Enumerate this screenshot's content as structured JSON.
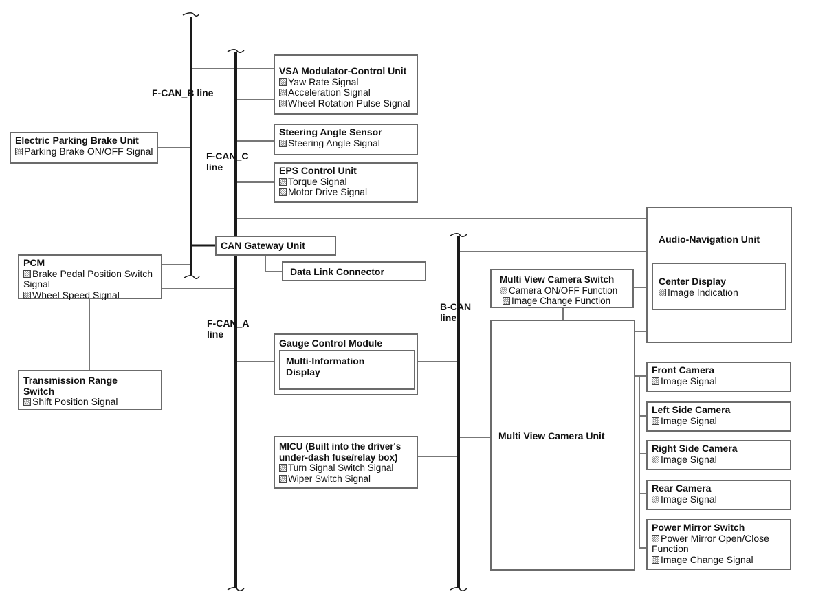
{
  "lines": {
    "fcan_b": "F-CAN_B line",
    "fcan_c_1": "F-CAN_C",
    "fcan_c_2": "line",
    "fcan_a_1": "F-CAN_A",
    "fcan_a_2": "line",
    "bcan_1": "B-CAN",
    "bcan_2": "line"
  },
  "units": {
    "vsa": {
      "title": "VSA Modulator-Control Unit",
      "signals": [
        "Yaw Rate Signal",
        "Acceleration Signal",
        "Wheel Rotation Pulse Signal"
      ]
    },
    "steering_sensor": {
      "title": "Steering Angle Sensor",
      "signals": [
        "Steering Angle Signal"
      ]
    },
    "eps": {
      "title": "EPS Control Unit",
      "signals": [
        "Torque Signal",
        "Motor Drive Signal"
      ]
    },
    "epb": {
      "title": "Electric Parking Brake Unit",
      "signals": [
        "Parking Brake ON/OFF Signal"
      ]
    },
    "pcm": {
      "title": "PCM",
      "signals": [
        "Brake Pedal Position Switch",
        "Signal",
        "Wheel Speed Signal"
      ]
    },
    "trs": {
      "title_1": "Transmission Range",
      "title_2": "Switch",
      "signals": [
        "Shift Position Signal"
      ]
    },
    "gateway": {
      "title": "CAN Gateway Unit"
    },
    "dlc": {
      "title": "Data Link Connector"
    },
    "gauge": {
      "title": "Gauge Control Module",
      "inner_1": "Multi-Information",
      "inner_2": "Display"
    },
    "micu": {
      "title_1": "MICU (Built into the driver's",
      "title_2": "under-dash fuse/relay box)",
      "signals": [
        "Turn Signal Switch Signal",
        "Wiper Switch Signal"
      ]
    },
    "audio_nav": {
      "title": "Audio-Navigation Unit",
      "center_title": "Center Display",
      "center_signal": "Image Indication"
    },
    "mvc_switch": {
      "title": "Multi View Camera Switch",
      "signals": [
        "Camera ON/OFF Function",
        "Image Change Function"
      ]
    },
    "mvc_unit": {
      "title": "Multi View Camera Unit"
    },
    "front_cam": {
      "title": "Front Camera",
      "signals": [
        "Image Signal"
      ]
    },
    "left_cam": {
      "title": "Left Side Camera",
      "signals": [
        "Image Signal"
      ]
    },
    "right_cam": {
      "title": "Right Side Camera",
      "signals": [
        "Image Signal"
      ]
    },
    "rear_cam": {
      "title": "Rear Camera",
      "signals": [
        "Image Signal"
      ]
    },
    "mirror_sw": {
      "title": "Power Mirror Switch",
      "signals": [
        "Power Mirror Open/Close",
        "Function",
        "Image Change Signal"
      ]
    }
  }
}
